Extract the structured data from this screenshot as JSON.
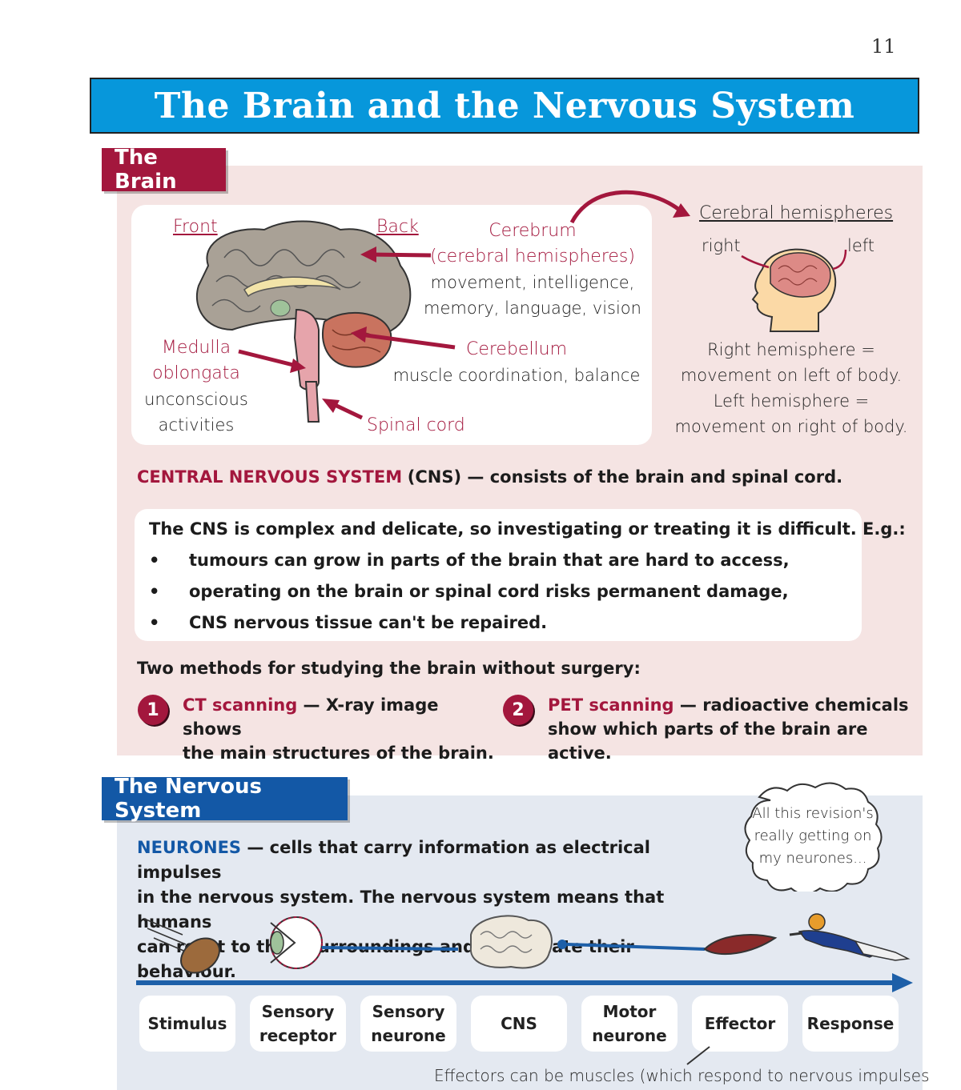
{
  "page_number": "11",
  "title": "The Brain and the Nervous System",
  "brain_section": {
    "tab": "The Brain",
    "diagram": {
      "front": "Front",
      "back": "Back",
      "cerebrum_name": "Cerebrum",
      "cerebrum_alt": "(cerebral hemispheres)",
      "cerebrum_func_1": "movement, intelligence,",
      "cerebrum_func_2": "memory, language, vision",
      "cerebellum_name": "Cerebellum",
      "cerebellum_func": "muscle coordination, balance",
      "medulla_1": "Medulla",
      "medulla_2": "oblongata",
      "medulla_func_1": "unconscious",
      "medulla_func_2": "activities",
      "spinal_cord": "Spinal cord"
    },
    "hemispheres": {
      "heading": "Cerebral hemispheres",
      "right": "right",
      "left": "left",
      "line1": "Right hemisphere =",
      "line2": "movement on left of body.",
      "line3": "Left hemisphere =",
      "line4": "movement on right of body."
    },
    "cns_term": "CENTRAL NERVOUS SYSTEM",
    "cns_def": "(CNS) — consists of the brain and spinal cord.",
    "cns_box": {
      "intro": "The CNS is complex and delicate, so investigating or treating it is difficult.  E.g.:",
      "bullets": [
        "tumours can grow in parts of the brain that are hard to access,",
        "operating on the brain or spinal cord risks permanent damage,",
        "CNS nervous tissue can't be repaired."
      ]
    },
    "methods_intro": "Two methods for studying the brain without surgery:",
    "methods": [
      {
        "num": "1",
        "name": "CT scanning",
        "line1": " — X-ray image shows",
        "line2": "the main structures of the brain."
      },
      {
        "num": "2",
        "name": "PET scanning",
        "line1": " — radioactive chemicals",
        "line2": "show which parts of the brain are active."
      }
    ]
  },
  "nervous_section": {
    "tab": "The Nervous System",
    "neurones_term": "NEURONES",
    "neurones_line1": " — cells that carry information as electrical impulses",
    "neurones_line2": "in the nervous system.  The nervous system means that humans",
    "neurones_line3": "can react to their surroundings and coordinate their behaviour.",
    "thought_1": "All this revision's",
    "thought_2": "really getting on",
    "thought_3": "my neurones...",
    "flow": [
      "Stimulus",
      "Sensory receptor",
      "Sensory neurone",
      "CNS",
      "Motor neurone",
      "Effector",
      "Response"
    ],
    "effector_note": "Effectors can be muscles (which respond to nervous impulses"
  },
  "colors": {
    "banner": "#0797db",
    "crimson": "#a3173d",
    "brain_panel": "#f5e4e3",
    "nerve_panel": "#e4e9f1",
    "nerve_tab": "#1358a6"
  }
}
